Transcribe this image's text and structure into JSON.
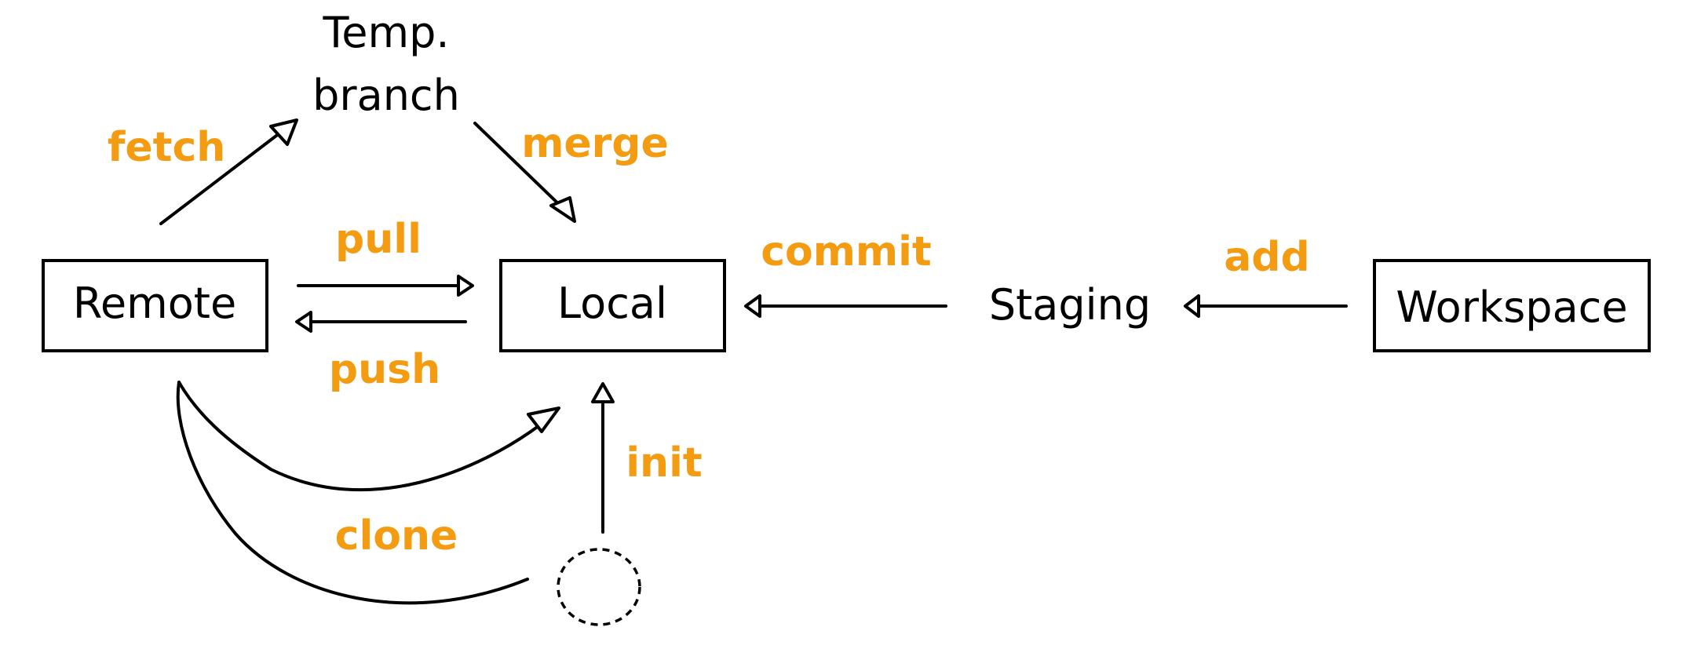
{
  "nodes": {
    "remote": "Remote",
    "local": "Local",
    "staging": "Staging",
    "workspace": "Workspace",
    "temp_line1": "Temp.",
    "temp_line2": "branch"
  },
  "commands": {
    "fetch": "fetch",
    "merge": "merge",
    "pull": "pull",
    "push": "push",
    "commit": "commit",
    "add": "add",
    "clone": "clone",
    "init": "init"
  },
  "colors": {
    "command": "#f39c12",
    "line": "#000000"
  }
}
